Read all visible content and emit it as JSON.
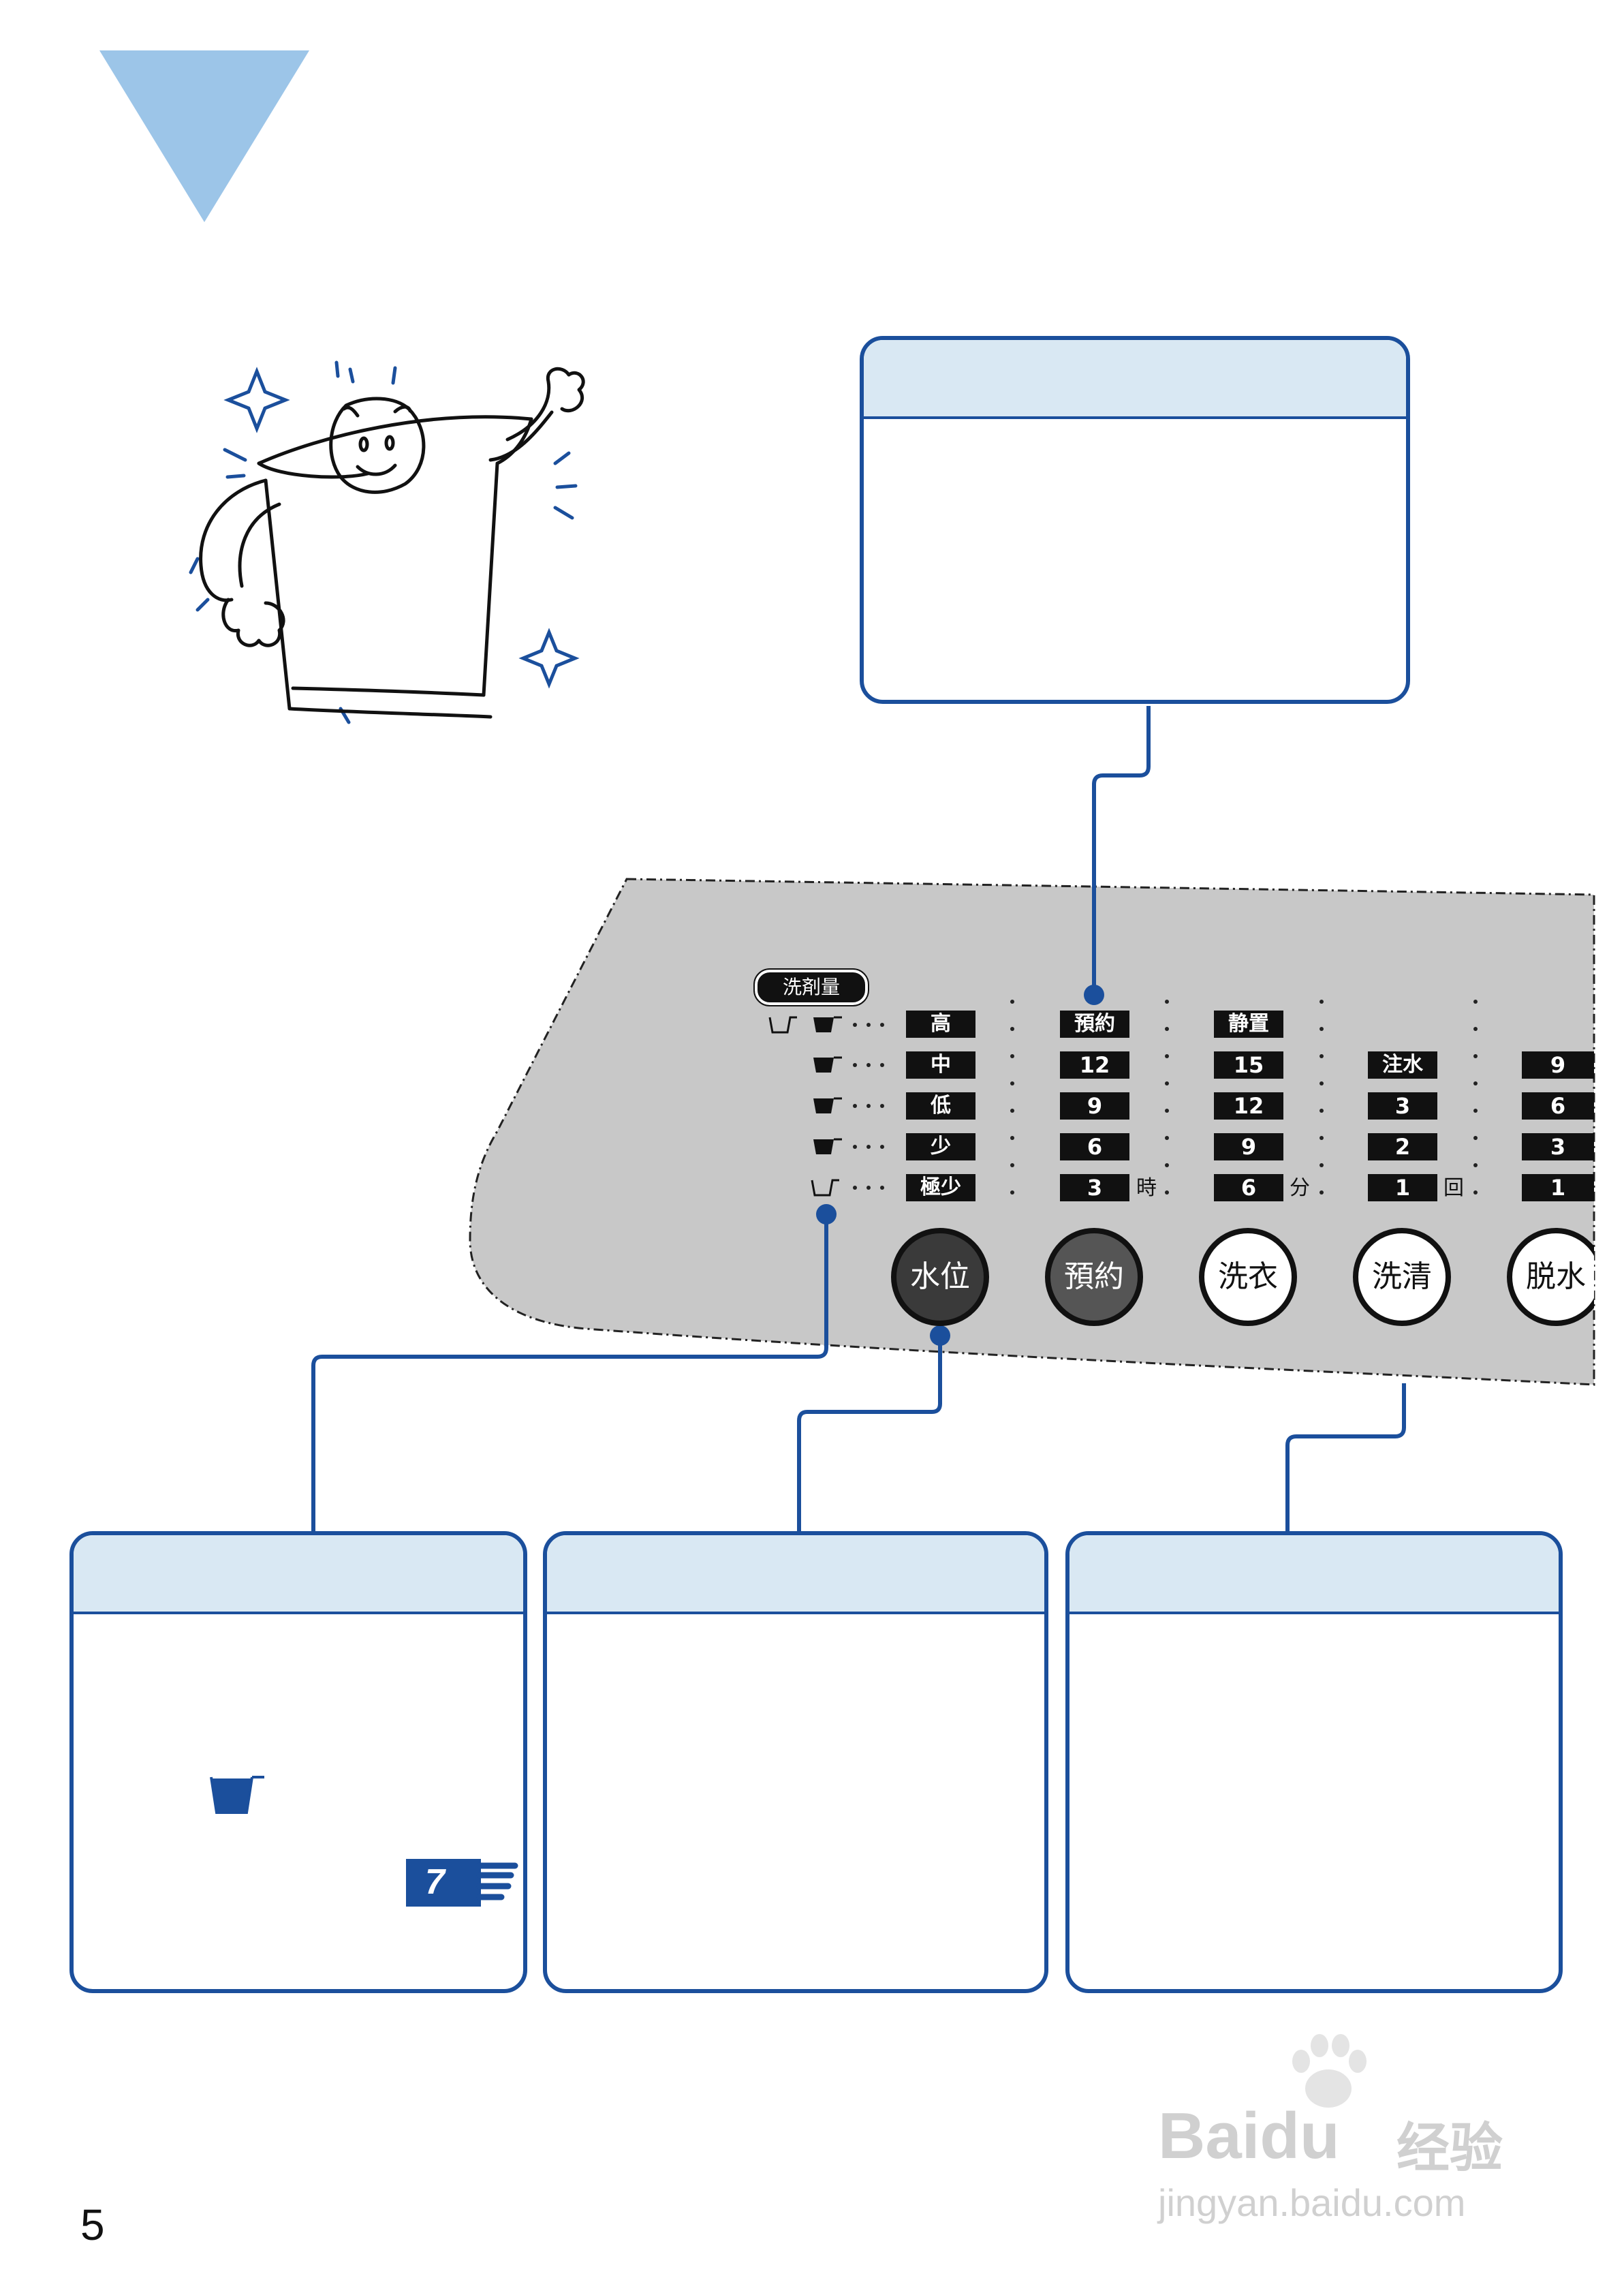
{
  "page": {
    "number": "5"
  },
  "panel": {
    "detergent_label": "洗剤量",
    "water_levels": [
      "高",
      "中",
      "低",
      "少",
      "極少"
    ],
    "reserve": {
      "header": "預約",
      "values": [
        "12",
        "9",
        "6",
        "3"
      ],
      "unit": "時"
    },
    "wash": {
      "header": "静置",
      "values": [
        "15",
        "12",
        "9",
        "6"
      ],
      "unit": "分"
    },
    "rinse": {
      "header": "注水",
      "values": [
        "3",
        "2",
        "1"
      ],
      "unit": "回"
    },
    "spin": {
      "values": [
        "9",
        "6",
        "3",
        "1"
      ]
    },
    "buttons": [
      "水位",
      "預約",
      "洗衣",
      "洗清",
      "脱水"
    ]
  },
  "callouts": {
    "left_ref_badge": "7"
  },
  "watermark": {
    "brand": "Baidu",
    "service": "经验",
    "url": "jingyan.baidu.com"
  },
  "colors": {
    "accent": "#1b4f9c",
    "header_fill": "#d9e8f3",
    "triangle": "#9cc5e8",
    "panel": "#c8c8c8",
    "dark_button": "#3a3a3a",
    "label_bg": "#111111"
  }
}
